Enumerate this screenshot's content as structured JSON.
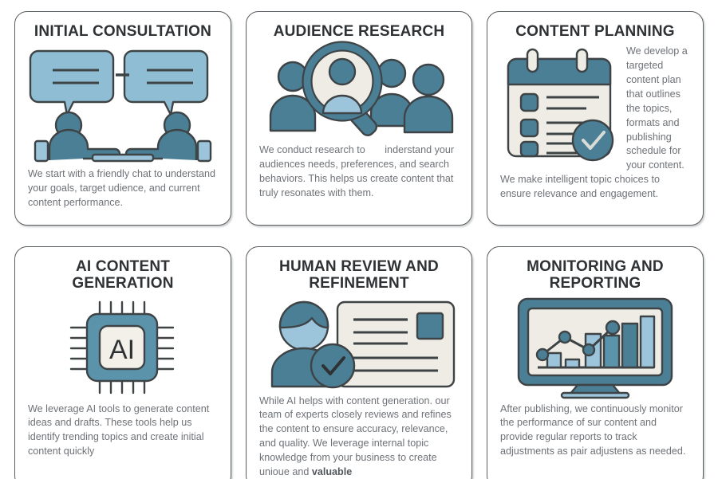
{
  "palette": {
    "teal_dark": "#4b7f96",
    "teal_mid": "#5b93ab",
    "blue_light": "#9cc5dc",
    "blue_pale": "#add7ea",
    "cream": "#eeece4",
    "outline": "#3e4346",
    "title": "#2f3234",
    "body_text": "#6e7277",
    "card_border": "#5a5f63",
    "page_bg": "#ffffff"
  },
  "cards": [
    {
      "id": "initial-consultation",
      "title": "INITIAL CONSULTATION",
      "icon": "two-people-talking-icon",
      "body": "We start with a friendly chat to understand your goals, target udience, and current content performance."
    },
    {
      "id": "audience-research",
      "title": "AUDIENCE RESEARCH",
      "icon": "magnifier-over-people-icon",
      "body": "We conduct research to       inderstand your audiences needs, preferences, and search behaviors. This helps us create content that truly resonates with them."
    },
    {
      "id": "content-planning",
      "title": "CONTENT PLANNING",
      "icon": "calendar-checklist-icon",
      "body": "We develop a targeted content plan that outlines the topics, formats and publishing schedule for your content. We make intelligent topic choices to ensure relevance and engagement."
    },
    {
      "id": "ai-content-generation",
      "title": "AI CONTENT GENERATION",
      "icon": "ai-chip-icon",
      "chip_label": "AI",
      "body": "We leverage AI tools to generate content ideas and drafts. These tools help us identify trending topics and create initial content quickly"
    },
    {
      "id": "human-review-and-refinement",
      "title": "HUMAN REVIEW AND REFINEMENT",
      "icon": "person-with-document-check-icon",
      "body_start": "While AI helps with content generation. our team of experts closely reviews and refines the content to ensure accuracy, relevance, and quality. We leverage internal topic knowledge from your business to create unioue and ",
      "body_emphasis": "valuable"
    },
    {
      "id": "monitoring-and-reporting",
      "title": "MONITORING AND REPORTING",
      "icon": "monitor-analytics-chart-icon",
      "body": "After publishing, we continuously monitor the performance of sur content and provide regular reports to track adjustments as pair adjustens as needed."
    }
  ],
  "chart_data": {
    "type": "bar",
    "title": "",
    "xlabel": "",
    "ylabel": "",
    "categories": [
      "1",
      "2",
      "3",
      "4",
      "5",
      "6"
    ],
    "values": [
      22,
      12,
      52,
      50,
      68,
      80
    ],
    "ylim": [
      0,
      100
    ],
    "grid": false,
    "legend": "none",
    "bar_colors": [
      "#9cc5dc",
      "#9cc5dc",
      "#9cc5dc",
      "#5b93ab",
      "#4b7f96",
      "#9cc5dc"
    ],
    "series": [
      {
        "name": "trend-line",
        "type": "line",
        "x": [
          1,
          2,
          3,
          4
        ],
        "values": [
          28,
          62,
          44,
          78
        ],
        "color": "#4b7f96"
      }
    ]
  }
}
